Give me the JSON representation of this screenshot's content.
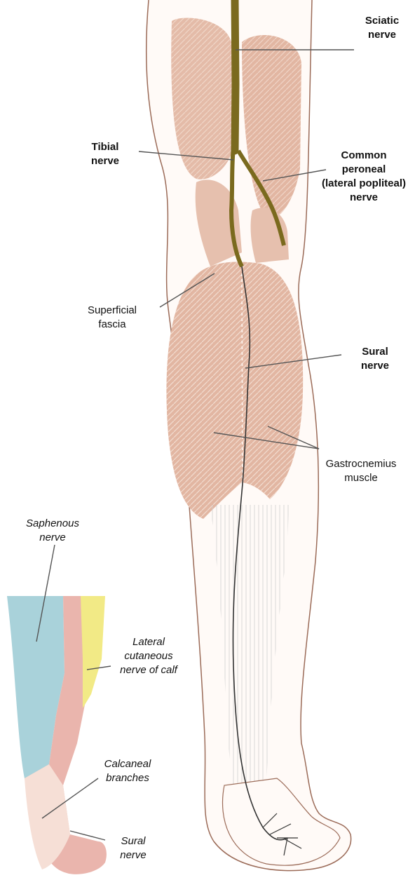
{
  "main_labels": {
    "sciatic": "Sciatic\nnerve",
    "tibial": "Tibial\nnerve",
    "common_peroneal": "Common\nperoneal\n(lateral popliteal)\nnerve",
    "superficial_fascia": "Superficial\nfascia",
    "sural": "Sural\nnerve",
    "gastrocnemius": "Gastrocnemius\nmuscle"
  },
  "inset_labels": {
    "saphenous": "Saphenous\nnerve",
    "lateral_cutaneous": "Lateral\ncutaneous\nnerve of calf",
    "calcaneal": "Calcaneal\nbranches",
    "sural": "Sural\nnerve"
  },
  "colors": {
    "muscle": "#e2b6a2",
    "muscle_line": "#f6e4da",
    "nerve_main": "#7a6a1e",
    "nerve_thin": "#333333",
    "outline": "#9b6b58",
    "tendon": "#d9d9d9",
    "saphenous_zone": "#a9d2da",
    "sural_zone": "#eab5ad",
    "lateral_cutaneous_zone": "#f2ea86",
    "calcaneal_zone": "#f6dfd6"
  }
}
